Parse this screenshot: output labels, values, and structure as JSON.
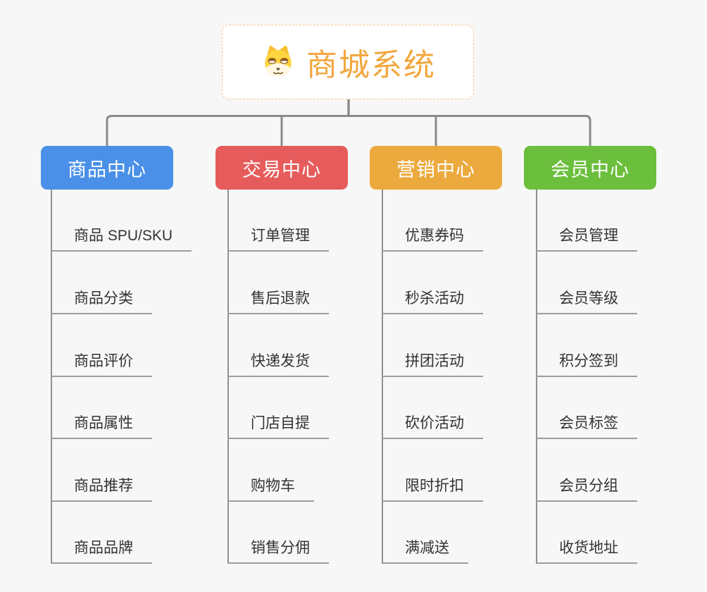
{
  "root": {
    "title": "商城系统",
    "icon": "dog-face-icon"
  },
  "colors": {
    "product_center": "#4A90E8",
    "trade_center": "#E65C5C",
    "marketing_center": "#ECA93D",
    "member_center": "#6CBF3D",
    "root_border": "#F2C589",
    "root_title": "#F2A73E",
    "connector": "#8B8B8B",
    "leaf_text": "#333333",
    "background": "#F7F7F7"
  },
  "branches": [
    {
      "label": "商品中心",
      "color": "#4A90E8",
      "items": [
        "商品 SPU/SKU",
        "商品分类",
        "商品评价",
        "商品属性",
        "商品推荐",
        "商品品牌"
      ]
    },
    {
      "label": "交易中心",
      "color": "#E65C5C",
      "items": [
        "订单管理",
        "售后退款",
        "快递发货",
        "门店自提",
        "购物车",
        "销售分佣"
      ]
    },
    {
      "label": "营销中心",
      "color": "#ECA93D",
      "items": [
        "优惠券码",
        "秒杀活动",
        "拼团活动",
        "砍价活动",
        "限时折扣",
        "满减送"
      ]
    },
    {
      "label": "会员中心",
      "color": "#6CBF3D",
      "items": [
        "会员管理",
        "会员等级",
        "积分签到",
        "会员标签",
        "会员分组",
        "收货地址"
      ]
    }
  ]
}
